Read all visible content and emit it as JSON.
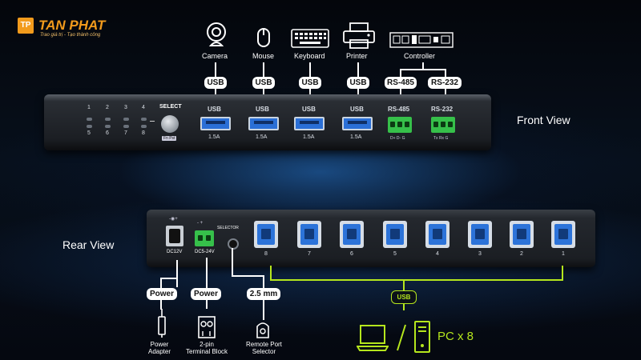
{
  "brand": {
    "name": "TAN PHAT",
    "tagline": "Trao giá trị - Tạo thành công",
    "logo_mark": "TP",
    "accent": "#f29b1c"
  },
  "front": {
    "view_label": "Front View",
    "select_label": "SELECT",
    "select_badge": "Fn Pst",
    "port_numbers_top": [
      "1",
      "2",
      "3",
      "4"
    ],
    "port_numbers_bottom": [
      "5",
      "6",
      "7",
      "8"
    ],
    "devices": [
      {
        "name": "Camera",
        "icon": "webcam-icon",
        "badge": "USB"
      },
      {
        "name": "Mouse",
        "icon": "mouse-icon",
        "badge": "USB"
      },
      {
        "name": "Keyboard",
        "icon": "keyboard-icon",
        "badge": "USB"
      },
      {
        "name": "Printer",
        "icon": "printer-icon",
        "badge": "USB"
      }
    ],
    "controller": {
      "name": "Controller",
      "icon": "controller-icon",
      "badges": [
        "RS-485",
        "RS-232"
      ]
    },
    "usb_ports": [
      {
        "label": "USB",
        "rating": "1.5A"
      },
      {
        "label": "USB",
        "rating": "1.5A"
      },
      {
        "label": "USB",
        "rating": "1.5A"
      },
      {
        "label": "USB",
        "rating": "1.5A"
      }
    ],
    "serial_ports": [
      {
        "label": "RS-485",
        "pins": "D+  D-  G"
      },
      {
        "label": "RS-232",
        "pins": "Tx  Rx  G"
      }
    ]
  },
  "rear": {
    "view_label": "Rear View",
    "dc12v_label": "DC12V",
    "dc_symbol": "-◉+",
    "dc524v_label": "DC5-24V",
    "term_symbol": "-   +",
    "selector_label": "SELECTOR",
    "usb_port_numbers": [
      "8",
      "7",
      "6",
      "5",
      "4",
      "3",
      "2",
      "1"
    ],
    "usb_badge": "USB",
    "connectors": [
      {
        "badge": "Power",
        "caption": "Power\nAdapter",
        "icon": "power-adapter-icon"
      },
      {
        "badge": "Power",
        "caption": "2-pin\nTerminal Block",
        "icon": "terminal-block-icon"
      },
      {
        "badge": "2.5 mm",
        "caption": "Remote Port\nSelector",
        "icon": "remote-selector-icon"
      }
    ],
    "pc_label": "PC x 8",
    "pc_icons": [
      "laptop-icon",
      "desktop-tower-icon"
    ],
    "link_color": "#b5e61d"
  }
}
